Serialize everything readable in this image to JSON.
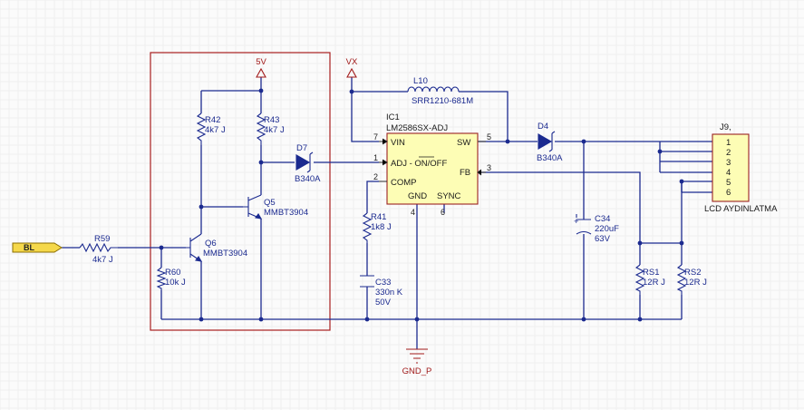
{
  "nets": {
    "v5": "5V",
    "vx": "VX",
    "gnd": "GND_P"
  },
  "port": {
    "bl": "BL"
  },
  "resistors": {
    "r42": {
      "ref": "R42",
      "value": "4k7 J"
    },
    "r43": {
      "ref": "R43",
      "value": "4k7 J"
    },
    "r59": {
      "ref": "R59",
      "value": "4k7 J"
    },
    "r60": {
      "ref": "R60",
      "value": "10k J"
    },
    "r41": {
      "ref": "R41",
      "value": "1k8 J"
    },
    "rs1": {
      "ref": "RS1",
      "value": "12R J"
    },
    "rs2": {
      "ref": "RS2",
      "value": "12R J"
    }
  },
  "transistors": {
    "q5": {
      "ref": "Q5",
      "value": "MMBT3904"
    },
    "q6": {
      "ref": "Q6",
      "value": "MMBT3904"
    }
  },
  "diodes": {
    "d7": {
      "ref": "D7",
      "value": "B340A"
    },
    "d4": {
      "ref": "D4",
      "value": "B340A"
    }
  },
  "inductor": {
    "ref": "L10",
    "value": "SRR1210-681M"
  },
  "capacitors": {
    "c34": {
      "ref": "C34",
      "value": "220uF",
      "voltage": "63V"
    },
    "c33": {
      "ref": "C33",
      "value": "330n K",
      "voltage": "50V"
    }
  },
  "ic": {
    "ref": "IC1",
    "part": "LM2586SX-ADJ",
    "pins": {
      "vin": "VIN",
      "sw": "SW",
      "adj": "ADJ - ",
      "onoff": "ON/OFF",
      "fb": "FB",
      "comp": "COMP",
      "gnd": "GND",
      "sync": "SYNC"
    },
    "pin_numbers": {
      "vin": "7",
      "sw": "5",
      "adj": "1",
      "fb": "3",
      "comp": "2",
      "gnd": "4",
      "sync": "6"
    }
  },
  "connector": {
    "ref": "J9,",
    "label": "LCD AYDINLATMA",
    "pins": [
      "1",
      "2",
      "3",
      "4",
      "5",
      "6"
    ]
  }
}
